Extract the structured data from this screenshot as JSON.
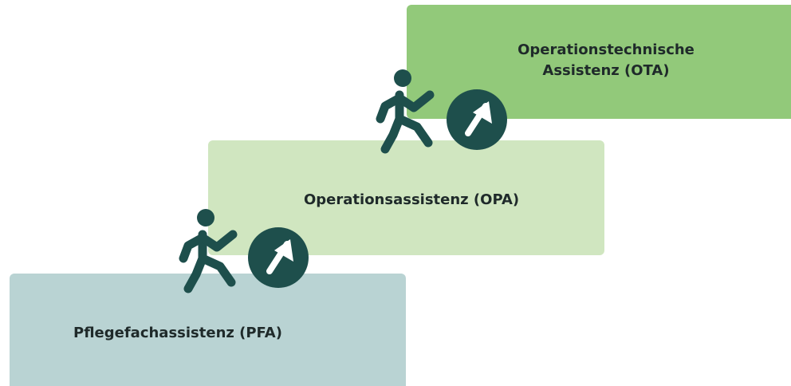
{
  "steps": [
    {
      "label": "Pflegefachassistenz (PFA)"
    },
    {
      "label": "Operationsassistenz (OPA)"
    },
    {
      "label_line1": "Operationstechnische",
      "label_line2": "Assistenz (OTA)"
    }
  ],
  "colors": {
    "pfa_bg": "#b9d3d3",
    "opa_bg": "#d0e6c0",
    "ota_bg": "#92c97a",
    "icon_dark": "#1e4f4c",
    "text": "#1f2a2a"
  },
  "icons": {
    "runner": "running-person-icon",
    "arrow": "up-right-arrow-circle-icon"
  }
}
